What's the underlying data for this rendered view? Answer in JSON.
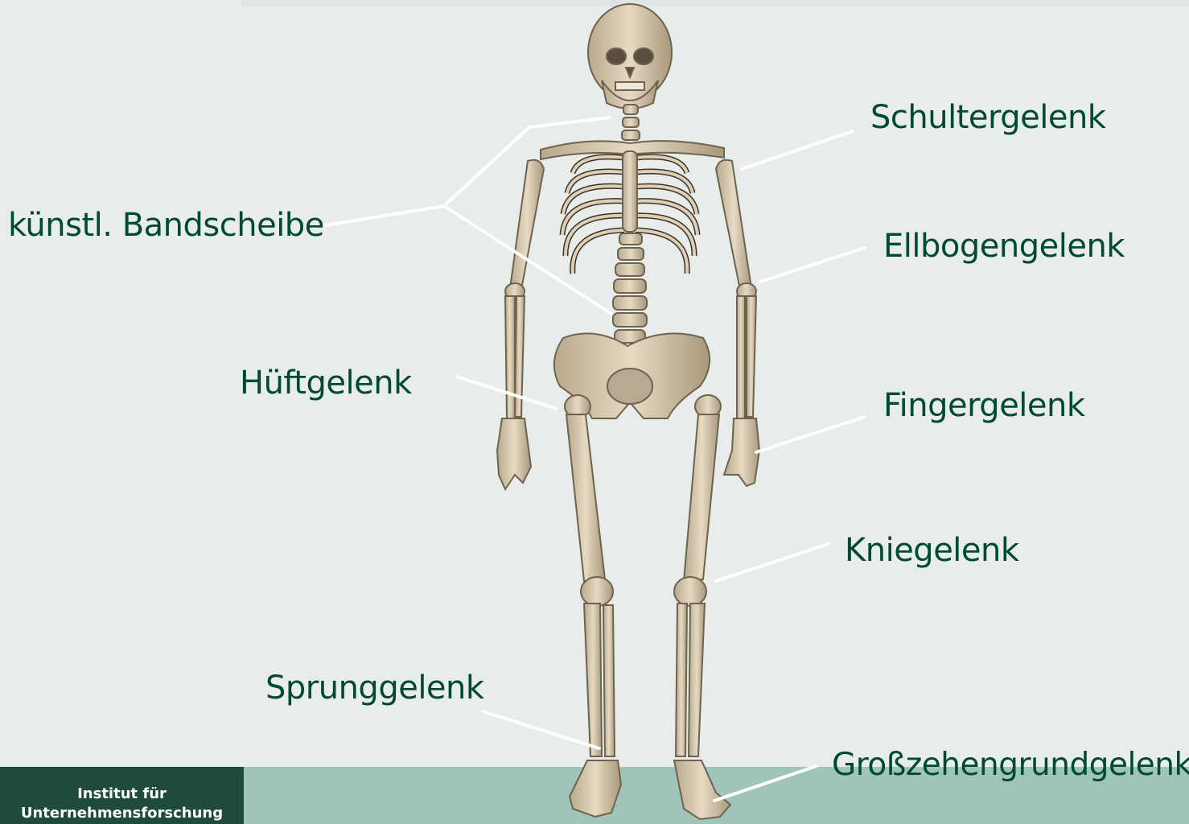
{
  "labels": {
    "bandscheibe": "künstl. Bandscheibe",
    "schulter": "Schultergelenk",
    "ellbogen": "Ellbogengelenk",
    "huefte": "Hüftgelenk",
    "finger": "Fingergelenk",
    "knie": "Kniegelenk",
    "sprung": "Sprunggelenk",
    "grosszehe": "Großzehengrundgelenk"
  },
  "footer": {
    "logo_line1": "Institut für",
    "logo_line2": "Unternehmensforschung"
  },
  "colors": {
    "background": "#e8ecea",
    "label_text": "#004a32",
    "footer_band": "#9fc4b9",
    "footer_logo_bg": "#1f4b3c",
    "bone": "#d8c9ae",
    "bone_shade": "#8c7d66",
    "leader_line": "#ffffff"
  }
}
